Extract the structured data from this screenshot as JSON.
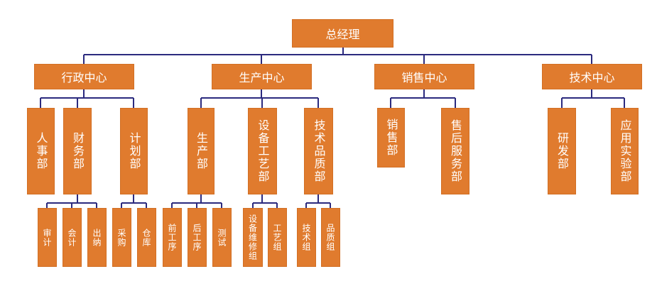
{
  "colors": {
    "box": "#E07B2E",
    "line": "#2B2A7E",
    "text": "#FFFFFF"
  },
  "root": "总经理",
  "centers": [
    {
      "label": "行政中心",
      "depts": [
        {
          "label": "人事部",
          "subs": []
        },
        {
          "label": "财务部",
          "subs": [
            "审计",
            "会计",
            "出纳"
          ]
        },
        {
          "label": "计划部",
          "subs": [
            "采购",
            "仓库"
          ]
        }
      ]
    },
    {
      "label": "生产中心",
      "depts": [
        {
          "label": "生产部",
          "subs": [
            "前工序",
            "后工序",
            "测试"
          ]
        },
        {
          "label": "设备工艺部",
          "subs": [
            "设备维修组",
            "工艺组"
          ]
        },
        {
          "label": "技术品质部",
          "subs": [
            "技术组",
            "品质组"
          ]
        }
      ]
    },
    {
      "label": "销售中心",
      "depts": [
        {
          "label": "销售部",
          "subs": []
        },
        {
          "label": "售后服务部",
          "subs": []
        }
      ]
    },
    {
      "label": "技术中心",
      "depts": [
        {
          "label": "研发部",
          "subs": []
        },
        {
          "label": "应用实验部",
          "subs": []
        }
      ]
    }
  ]
}
